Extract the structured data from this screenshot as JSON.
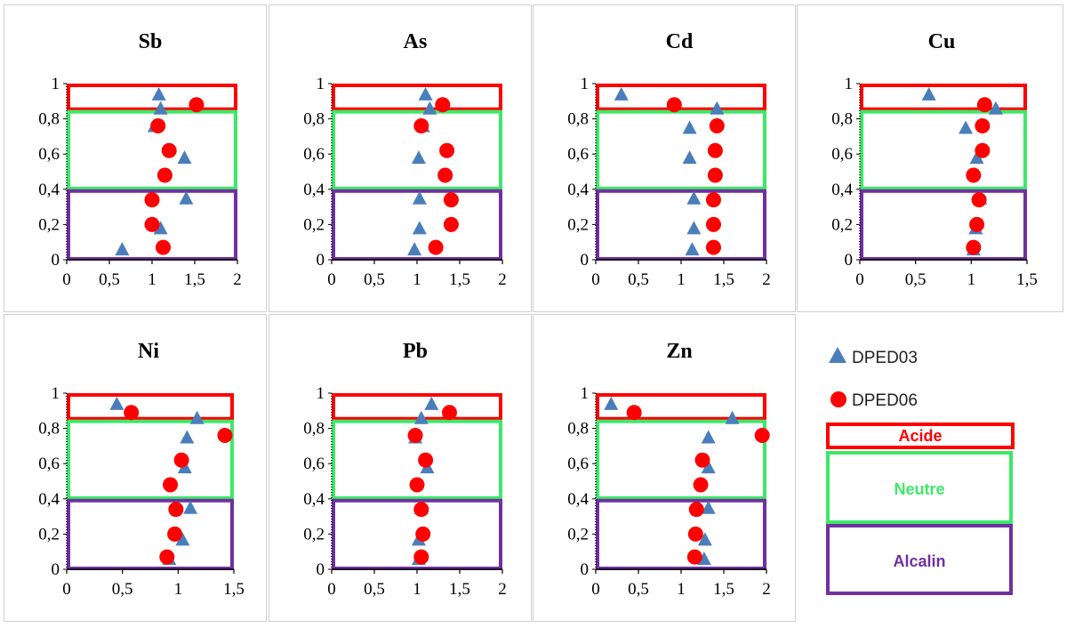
{
  "colors": {
    "dped03": "#4a7ebb",
    "dped06": "#ff0000",
    "acide": "#ff0000",
    "neutre": "#3ee868",
    "alcalin": "#7030a0"
  },
  "legend": {
    "series": [
      "DPED03",
      "DPED06"
    ],
    "zones": [
      "Acide",
      "Neutre",
      "Alcalin"
    ]
  },
  "chart_data": [
    {
      "type": "scatter",
      "title": "Sb",
      "xlim": [
        0,
        2
      ],
      "ylim": [
        0,
        1
      ],
      "xticks": [
        "0",
        "0,5",
        "1",
        "1,5",
        "2"
      ],
      "yticks": [
        "0",
        "0,2",
        "0,4",
        "0,6",
        "0,8",
        "1"
      ],
      "series": [
        {
          "name": "DPED03",
          "points": [
            [
              1.08,
              0.94
            ],
            [
              1.1,
              0.86
            ],
            [
              1.03,
              0.76
            ],
            [
              1.38,
              0.58
            ],
            [
              1.4,
              0.35
            ],
            [
              1.1,
              0.18
            ],
            [
              0.65,
              0.06
            ]
          ]
        },
        {
          "name": "DPED06",
          "points": [
            [
              1.52,
              0.88
            ],
            [
              1.07,
              0.76
            ],
            [
              1.2,
              0.62
            ],
            [
              1.15,
              0.48
            ],
            [
              1.0,
              0.34
            ],
            [
              1.0,
              0.2
            ],
            [
              1.13,
              0.07
            ]
          ]
        }
      ]
    },
    {
      "type": "scatter",
      "title": "As",
      "xlim": [
        0,
        2
      ],
      "ylim": [
        0,
        1
      ],
      "xticks": [
        "0",
        "0,5",
        "1",
        "1,5",
        "2"
      ],
      "yticks": [
        "0",
        "0,2",
        "0,4",
        "0,6",
        "0,8",
        "1"
      ],
      "series": [
        {
          "name": "DPED03",
          "points": [
            [
              1.1,
              0.94
            ],
            [
              1.15,
              0.86
            ],
            [
              1.07,
              0.76
            ],
            [
              1.02,
              0.58
            ],
            [
              1.03,
              0.35
            ],
            [
              1.03,
              0.18
            ],
            [
              0.97,
              0.06
            ]
          ]
        },
        {
          "name": "DPED06",
          "points": [
            [
              1.3,
              0.88
            ],
            [
              1.05,
              0.76
            ],
            [
              1.35,
              0.62
            ],
            [
              1.33,
              0.48
            ],
            [
              1.4,
              0.34
            ],
            [
              1.4,
              0.2
            ],
            [
              1.22,
              0.07
            ]
          ]
        }
      ]
    },
    {
      "type": "scatter",
      "title": "Cd",
      "xlim": [
        0,
        2
      ],
      "ylim": [
        0,
        1
      ],
      "xticks": [
        "0",
        "0,5",
        "1",
        "1,5",
        "2"
      ],
      "yticks": [
        "0",
        "0,2",
        "0,4",
        "0,6",
        "0,8",
        "1"
      ],
      "series": [
        {
          "name": "DPED03",
          "points": [
            [
              0.3,
              0.94
            ],
            [
              1.42,
              0.86
            ],
            [
              1.1,
              0.75
            ],
            [
              1.1,
              0.58
            ],
            [
              1.15,
              0.35
            ],
            [
              1.15,
              0.18
            ],
            [
              1.13,
              0.06
            ]
          ]
        },
        {
          "name": "DPED06",
          "points": [
            [
              0.92,
              0.88
            ],
            [
              1.42,
              0.76
            ],
            [
              1.4,
              0.62
            ],
            [
              1.4,
              0.48
            ],
            [
              1.38,
              0.34
            ],
            [
              1.38,
              0.2
            ],
            [
              1.38,
              0.07
            ]
          ]
        }
      ]
    },
    {
      "type": "scatter",
      "title": "Cu",
      "xlim": [
        0,
        1.5
      ],
      "ylim": [
        0,
        1
      ],
      "xticks": [
        "0",
        "0,5",
        "1",
        "1,5"
      ],
      "yticks": [
        "0",
        "0,2",
        "0,4",
        "0,6",
        "0,8",
        "1"
      ],
      "series": [
        {
          "name": "DPED03",
          "points": [
            [
              0.62,
              0.94
            ],
            [
              1.22,
              0.86
            ],
            [
              0.95,
              0.75
            ],
            [
              1.05,
              0.58
            ],
            [
              1.08,
              0.35
            ],
            [
              1.04,
              0.18
            ],
            [
              1.02,
              0.06
            ]
          ]
        },
        {
          "name": "DPED06",
          "points": [
            [
              1.12,
              0.88
            ],
            [
              1.1,
              0.76
            ],
            [
              1.1,
              0.62
            ],
            [
              1.02,
              0.48
            ],
            [
              1.07,
              0.34
            ],
            [
              1.05,
              0.2
            ],
            [
              1.02,
              0.07
            ]
          ]
        }
      ]
    },
    {
      "type": "scatter",
      "title": "Ni",
      "xlim": [
        0,
        1.5
      ],
      "ylim": [
        0,
        1
      ],
      "xticks": [
        "0",
        "0,5",
        "1",
        "1,5"
      ],
      "yticks": [
        "0",
        "0,2",
        "0,4",
        "0,6",
        "0,8",
        "1"
      ],
      "series": [
        {
          "name": "DPED03",
          "points": [
            [
              0.45,
              0.94
            ],
            [
              1.17,
              0.86
            ],
            [
              1.08,
              0.75
            ],
            [
              1.06,
              0.58
            ],
            [
              1.11,
              0.35
            ],
            [
              1.04,
              0.17
            ],
            [
              0.92,
              0.06
            ]
          ]
        },
        {
          "name": "DPED06",
          "points": [
            [
              0.58,
              0.89
            ],
            [
              1.42,
              0.76
            ],
            [
              1.03,
              0.62
            ],
            [
              0.93,
              0.48
            ],
            [
              0.98,
              0.34
            ],
            [
              0.97,
              0.2
            ],
            [
              0.9,
              0.07
            ]
          ]
        }
      ]
    },
    {
      "type": "scatter",
      "title": "Pb",
      "xlim": [
        0,
        2
      ],
      "ylim": [
        0,
        1
      ],
      "xticks": [
        "0",
        "0,5",
        "1",
        "1,5",
        "2"
      ],
      "yticks": [
        "0",
        "0,2",
        "0,4",
        "0,6",
        "0,8",
        "1"
      ],
      "series": [
        {
          "name": "DPED03",
          "points": [
            [
              1.17,
              0.94
            ],
            [
              1.05,
              0.86
            ],
            [
              0.98,
              0.75
            ],
            [
              1.12,
              0.58
            ],
            [
              1.05,
              0.35
            ],
            [
              1.02,
              0.17
            ],
            [
              1.02,
              0.06
            ]
          ]
        },
        {
          "name": "DPED06",
          "points": [
            [
              1.38,
              0.89
            ],
            [
              0.98,
              0.76
            ],
            [
              1.1,
              0.62
            ],
            [
              1.0,
              0.48
            ],
            [
              1.05,
              0.34
            ],
            [
              1.07,
              0.2
            ],
            [
              1.05,
              0.07
            ]
          ]
        }
      ]
    },
    {
      "type": "scatter",
      "title": "Zn",
      "xlim": [
        0,
        2
      ],
      "ylim": [
        0,
        1
      ],
      "xticks": [
        "0",
        "0,5",
        "1",
        "1,5",
        "2"
      ],
      "yticks": [
        "0",
        "0,2",
        "0,4",
        "0,6",
        "0,8",
        "1"
      ],
      "series": [
        {
          "name": "DPED03",
          "points": [
            [
              0.18,
              0.94
            ],
            [
              1.6,
              0.86
            ],
            [
              1.32,
              0.75
            ],
            [
              1.32,
              0.58
            ],
            [
              1.32,
              0.35
            ],
            [
              1.28,
              0.17
            ],
            [
              1.27,
              0.06
            ]
          ]
        },
        {
          "name": "DPED06",
          "points": [
            [
              0.45,
              0.89
            ],
            [
              1.95,
              0.76
            ],
            [
              1.25,
              0.62
            ],
            [
              1.23,
              0.48
            ],
            [
              1.18,
              0.34
            ],
            [
              1.17,
              0.2
            ],
            [
              1.16,
              0.07
            ]
          ]
        }
      ]
    }
  ]
}
